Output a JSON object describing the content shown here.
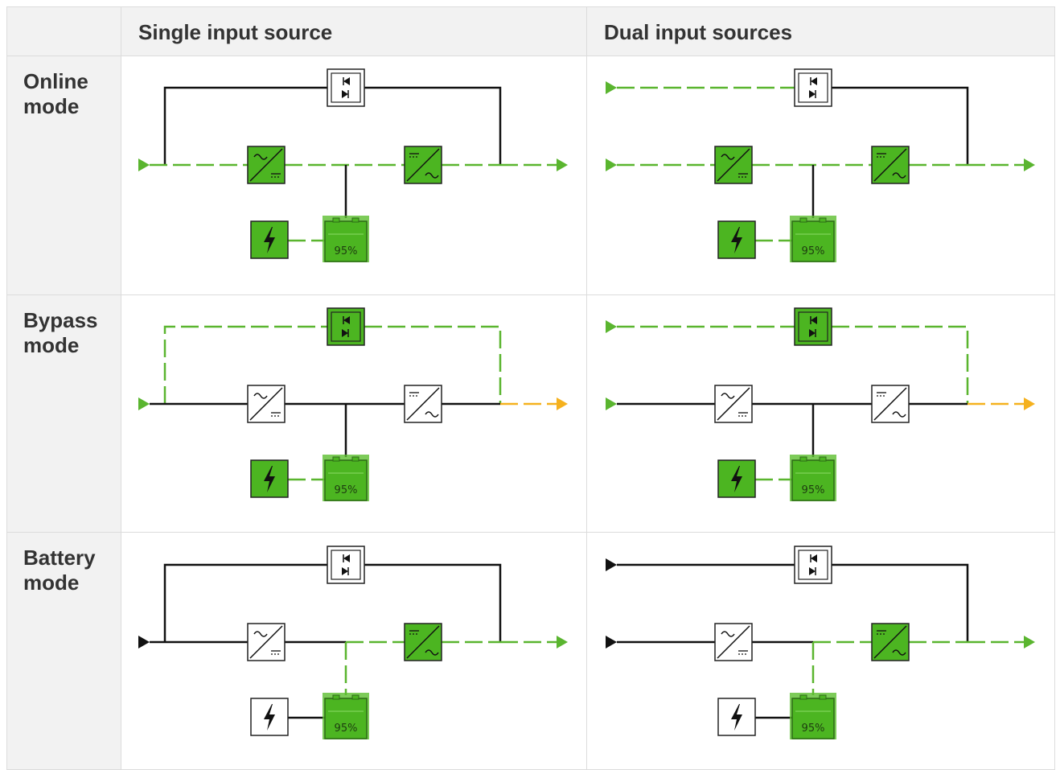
{
  "columns": {
    "single": "Single input source",
    "dual": "Dual input sources"
  },
  "rows": {
    "online": "Online\nmode",
    "bypass": "Bypass\nmode",
    "battery": "Battery\nmode"
  },
  "battery_level": "95%",
  "diagrams": [
    {
      "mode": "online",
      "input": "single",
      "bypass_on": false,
      "rectifier_on": true,
      "inverter_on": true,
      "battery_box_on": true,
      "charge_on": true,
      "battery_to_inverter": false,
      "output_color": "green"
    },
    {
      "mode": "online",
      "input": "dual",
      "bypass_on": false,
      "rectifier_on": true,
      "inverter_on": true,
      "battery_box_on": true,
      "charge_on": true,
      "battery_to_inverter": false,
      "output_color": "green"
    },
    {
      "mode": "bypass",
      "input": "single",
      "bypass_on": true,
      "rectifier_on": false,
      "inverter_on": false,
      "battery_box_on": true,
      "charge_on": true,
      "battery_to_inverter": false,
      "output_color": "orange"
    },
    {
      "mode": "bypass",
      "input": "dual",
      "bypass_on": true,
      "rectifier_on": false,
      "inverter_on": false,
      "battery_box_on": true,
      "charge_on": true,
      "battery_to_inverter": false,
      "output_color": "orange"
    },
    {
      "mode": "battery",
      "input": "single",
      "bypass_on": false,
      "rectifier_on": false,
      "inverter_on": true,
      "battery_box_on": false,
      "charge_on": false,
      "battery_to_inverter": true,
      "output_color": "green"
    },
    {
      "mode": "battery",
      "input": "dual",
      "bypass_on": false,
      "rectifier_on": false,
      "inverter_on": true,
      "battery_box_on": false,
      "charge_on": false,
      "battery_to_inverter": true,
      "output_color": "green"
    }
  ],
  "colors": {
    "active": "#5ab52f",
    "module_fill": "#4cb521",
    "line": "#111111",
    "bypass_output": "#f5b11e"
  }
}
